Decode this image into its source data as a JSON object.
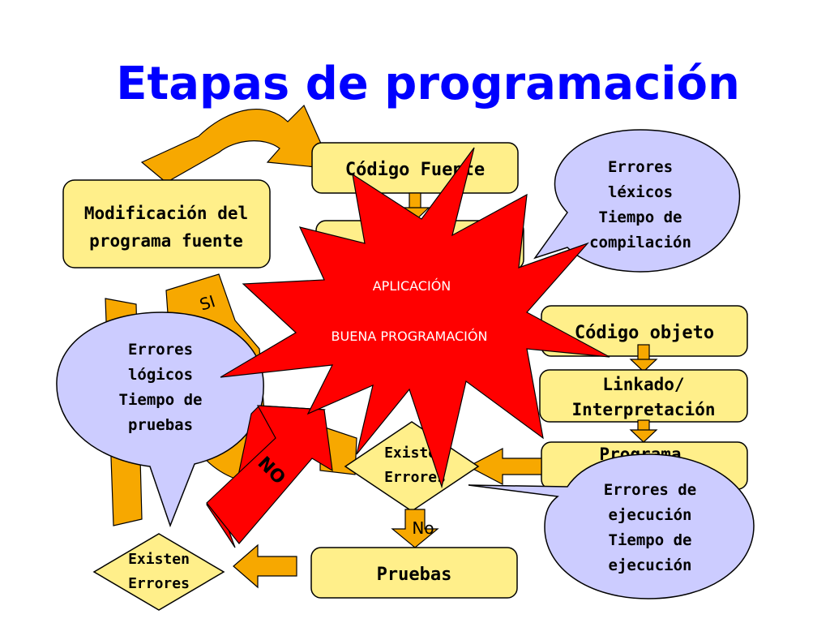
{
  "title": "Etapas de programación",
  "nodes": {
    "codigo_fuente": "Código Fuente",
    "modificacion_line1": "Modificación del",
    "modificacion_line2": "programa fuente",
    "codigo_objeto": "Código objeto",
    "linkado_line1": "Linkado/",
    "linkado_line2": "Interpretación",
    "programa_partial": "Programa",
    "existen_center_line1": "Existen",
    "existen_center_line2": "Errores",
    "existen_left_line1": "Existen",
    "existen_left_line2": "Errores",
    "pruebas": "Pruebas"
  },
  "bubbles": {
    "lexicos": [
      "Errores",
      "léxicos",
      "Tiempo de",
      "compilación"
    ],
    "logicos": [
      "Errores",
      "lógicos",
      "Tiempo de",
      "pruebas"
    ],
    "ejecucion": [
      "Errores de",
      "ejecución",
      "Tiempo de",
      "ejecución"
    ]
  },
  "labels": {
    "si": "SI",
    "no_small": "No",
    "no_big": "NO"
  },
  "starburst": {
    "line1": "APLICACIÓN",
    "line2": "BUENA PROGRAMACIÓN"
  },
  "colors": {
    "title": "#0000ff",
    "box_fill": "#ffef8a",
    "bubble_fill": "#ccccff",
    "arrow_orange": "#f7a800",
    "starburst_red": "#ff0000"
  }
}
